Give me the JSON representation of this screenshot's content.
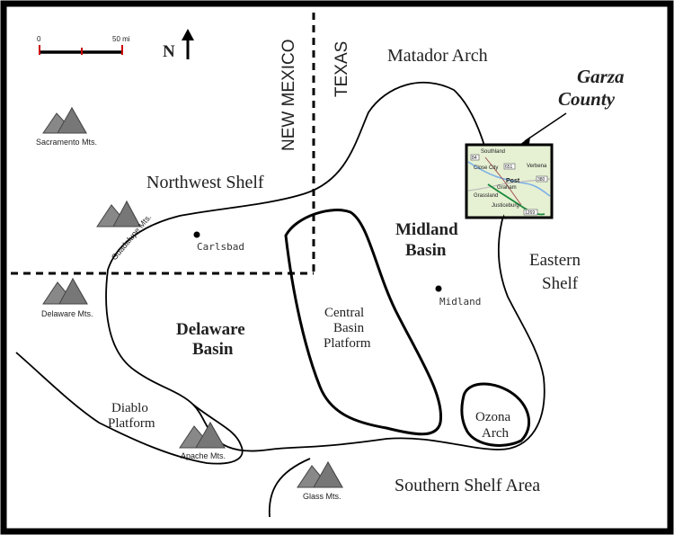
{
  "scale": {
    "zero": "0",
    "max": "50 mi"
  },
  "north": {
    "label": "N"
  },
  "states": {
    "new_mexico": "NEW MEXICO",
    "texas": "TEXAS"
  },
  "regions": {
    "matador_arch": "Matador Arch",
    "northwest_shelf": "Northwest Shelf",
    "midland_basin_1": "Midland",
    "midland_basin_2": "Basin",
    "eastern_shelf_1": "Eastern",
    "eastern_shelf_2": "Shelf",
    "delaware_basin_1": "Delaware",
    "delaware_basin_2": "Basin",
    "central_basin_1": "Central",
    "central_basin_2": "Basin",
    "central_basin_3": "Platform",
    "diablo_1": "Diablo",
    "diablo_2": "Platform",
    "ozona_1": "Ozona",
    "ozona_2": "Arch",
    "southern_shelf": "Southern Shelf Area"
  },
  "cities": {
    "carlsbad": "Carlsbad",
    "midland": "Midland"
  },
  "mountains": {
    "sacramento": "Sacramento Mts.",
    "guadalupe": "Guadalupe Mts.",
    "delaware": "Delaware Mts.",
    "apache": "Apache Mts.",
    "glass": "Glass Mts."
  },
  "garza": {
    "title_1": "Garza",
    "title_2": "County",
    "towns": {
      "southland": "Southland",
      "justiceburg": "Justiceburg",
      "post": "Post",
      "graham": "Graham",
      "grassland": "Grassland",
      "close_city": "Close City",
      "verbena": "Verbena"
    },
    "routes": [
      "84",
      "651",
      "380",
      "1269"
    ]
  }
}
